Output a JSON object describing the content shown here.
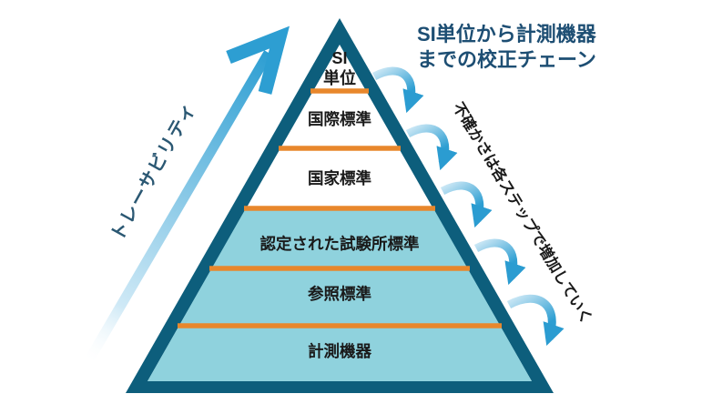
{
  "title": {
    "line1": "SI単位から計測機器",
    "line2": "までの校正チェーン"
  },
  "traceability_arrow": {
    "label": "トレーサビリティ"
  },
  "uncertainty_note": {
    "label": "不確かさは各ステップで増加していく"
  },
  "pyramid": {
    "levels": [
      {
        "name": "si-unit",
        "line1": "SI",
        "line2": "単位"
      },
      {
        "name": "international-standard",
        "label": "国際標準"
      },
      {
        "name": "national-standard",
        "label": "国家標準"
      },
      {
        "name": "accredited-lab-standard",
        "label": "認定された試験所標準"
      },
      {
        "name": "reference-standard",
        "label": "参照標準"
      },
      {
        "name": "measuring-instrument",
        "label": "計測機器"
      }
    ]
  },
  "colors": {
    "border_teal": "#0d5e7c",
    "fill_light_blue": "#8fd2dd",
    "divider_orange": "#e8872c",
    "arrow_blue": "#2d9ed2",
    "arrow_light": "#cfe9f6",
    "heading_blue": "#1d4e73",
    "traceability_text": "#2b5873",
    "label_dark": "#1a1a1a",
    "inner_white": "#ffffff"
  }
}
